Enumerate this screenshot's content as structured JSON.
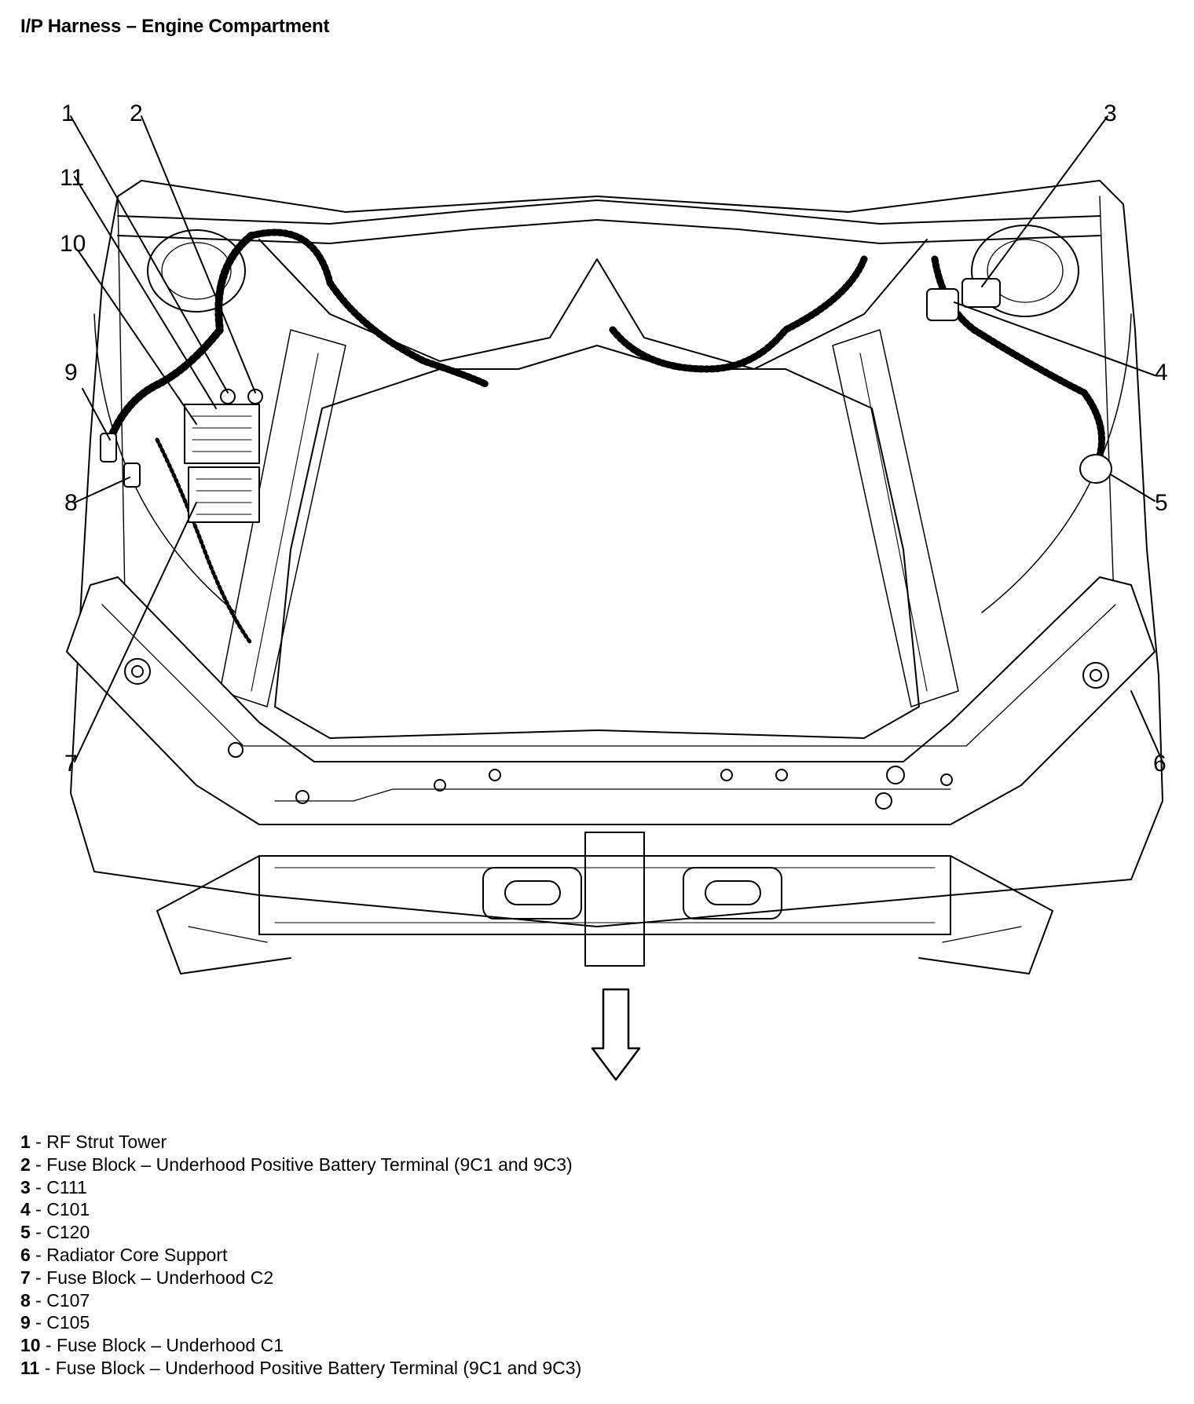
{
  "title": "I/P Harness – Engine Compartment",
  "callouts": [
    "1",
    "2",
    "3",
    "4",
    "5",
    "6",
    "7",
    "8",
    "9",
    "10",
    "11"
  ],
  "legend": [
    {
      "num": "1",
      "sep": " - ",
      "text": "RF Strut Tower"
    },
    {
      "num": "2",
      "sep": " - ",
      "text": "Fuse Block – Underhood Positive Battery Terminal (9C1 and 9C3)"
    },
    {
      "num": "3",
      "sep": " - ",
      "text": "C111"
    },
    {
      "num": "4",
      "sep": " - ",
      "text": "C101"
    },
    {
      "num": "5",
      "sep": " - ",
      "text": "C120"
    },
    {
      "num": "6",
      "sep": " - ",
      "text": "Radiator Core Support"
    },
    {
      "num": "7",
      "sep": " - ",
      "text": "Fuse Block – Underhood C2"
    },
    {
      "num": "8",
      "sep": " - ",
      "text": "C107"
    },
    {
      "num": "9",
      "sep": " - ",
      "text": "C105"
    },
    {
      "num": "10",
      "sep": " - ",
      "text": "Fuse Block – Underhood C1"
    },
    {
      "num": "11",
      "sep": " - ",
      "text": "Fuse Block – Underhood Positive Battery Terminal (9C1 and 9C3)"
    }
  ]
}
